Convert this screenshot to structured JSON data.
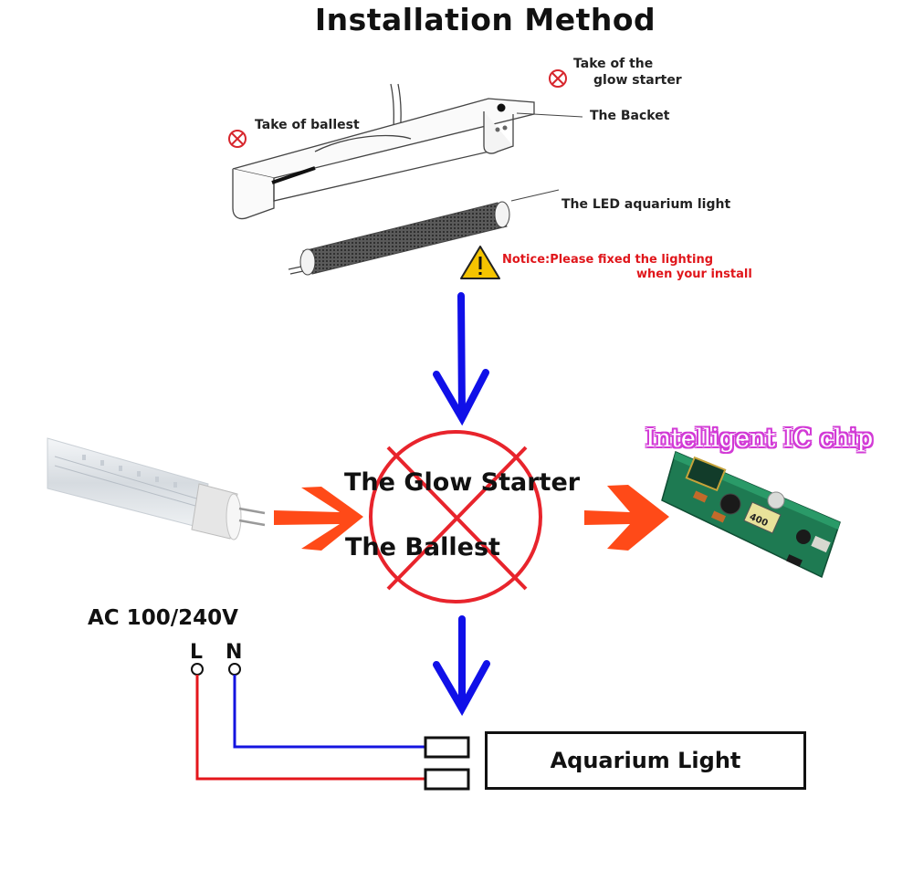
{
  "title": "Installation Method",
  "fixture_labels": {
    "glow_starter_line1": "Take of the",
    "glow_starter_line2": "glow starter",
    "ballast": "Take of ballest",
    "bracket": "The Backet",
    "led_light": "The LED aquarium light"
  },
  "notice": {
    "line1": "Notice:Please fixed the lighting",
    "line2": "when your install"
  },
  "removed": {
    "glow_starter": "The Glow Starter",
    "ballast": "The Ballest"
  },
  "chip_label": "Intelligent IC chip",
  "chip_marking": "400",
  "wiring": {
    "voltage": "AC 100/240V",
    "live": "L",
    "neutral": "N",
    "load": "Aquarium Light"
  },
  "colors": {
    "arrow_blue": "#1010e8",
    "arrow_orange": "#ff4a18",
    "cross_red": "#e8242c",
    "wire_red": "#e4161b",
    "wire_blue": "#1414e0",
    "chip_pink": "#d23ad6"
  }
}
